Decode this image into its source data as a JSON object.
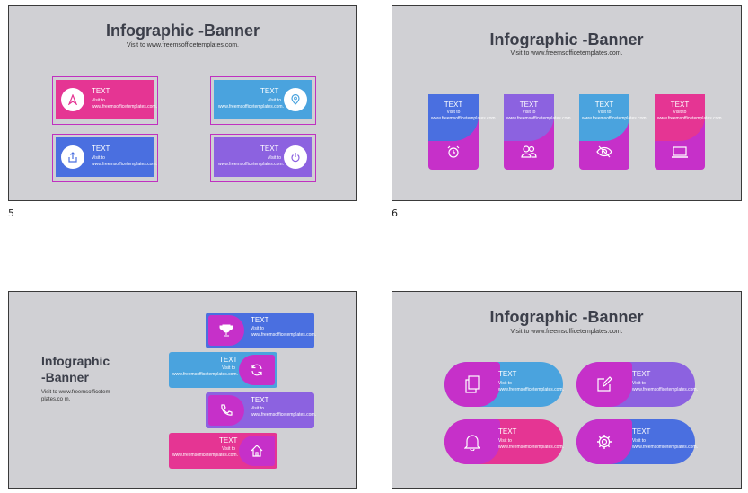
{
  "slides": [
    {
      "number": "5",
      "title": "Infographic -Banner",
      "subtitle": "Visit to www.freemsofficetemplates.com.",
      "cards": [
        {
          "label": "TEXT",
          "body": "Visit to www.freemsofficetemplates.com.",
          "icon": "navigation-arrow-icon",
          "color": "#e53593"
        },
        {
          "label": "TEXT",
          "body": "Visit to www.freemsofficetemplates.com.",
          "icon": "location-pin-icon",
          "color": "#4aa3de"
        },
        {
          "label": "TEXT",
          "body": "Visit to www.freemsofficetemplates.com.",
          "icon": "share-upload-icon",
          "color": "#4a6fe0"
        },
        {
          "label": "TEXT",
          "body": "Visit to www.freemsofficetemplates.com.",
          "icon": "power-icon",
          "color": "#8c62e0"
        }
      ]
    },
    {
      "number": "6",
      "title": "Infographic -Banner",
      "subtitle": "Visit to www.freemsofficetemplates.com.",
      "cards": [
        {
          "label": "TEXT",
          "body": "Visit to www.freemsofficetemplates.com.",
          "icon": "alarm-clock-icon",
          "color": "#4a6fe0"
        },
        {
          "label": "TEXT",
          "body": "Visit to www.freemsofficetemplates.com.",
          "icon": "users-icon",
          "color": "#8c62e0"
        },
        {
          "label": "TEXT",
          "body": "Visit to www.freemsofficetemplates.com.",
          "icon": "eye-off-icon",
          "color": "#4aa3de"
        },
        {
          "label": "TEXT",
          "body": "Visit to www.freemsofficetemplates.com.",
          "icon": "laptop-icon",
          "color": "#e53593"
        }
      ]
    },
    {
      "number": "",
      "title_line1": "Infographic",
      "title_line2": "-Banner",
      "subtitle": "Visit to www.freemsofficetem plates.co m.",
      "cards": [
        {
          "label": "TEXT",
          "body": "Visit to www.freemsofficetemplates.com.",
          "icon": "trophy-icon",
          "color": "#4a6fe0"
        },
        {
          "label": "TEXT",
          "body": "Visit to www.freemsofficetemplates.com.",
          "icon": "refresh-icon",
          "color": "#4aa3de"
        },
        {
          "label": "TEXT",
          "body": "Visit to www.freemsofficetemplates.com.",
          "icon": "phone-icon",
          "color": "#8c62e0"
        },
        {
          "label": "TEXT",
          "body": "Visit to www.freemsofficetemplates.com.",
          "icon": "home-icon",
          "color": "#e53593"
        }
      ]
    },
    {
      "number": "",
      "title": "Infographic -Banner",
      "subtitle": "Visit to www.freemsofficetemplates.com.",
      "cards": [
        {
          "label": "TEXT",
          "body": "Visit to www.freemsofficetemplates.com.",
          "icon": "copy-icon",
          "color": "#4aa3de"
        },
        {
          "label": "TEXT",
          "body": "Visit to www.freemsofficetemplates.com.",
          "icon": "edit-icon",
          "color": "#8c62e0"
        },
        {
          "label": "TEXT",
          "body": "Visit to www.freemsofficetemplates.com.",
          "icon": "bell-icon",
          "color": "#e53593"
        },
        {
          "label": "TEXT",
          "body": "Visit to www.freemsofficetemplates.com.",
          "icon": "settings-gear-icon",
          "color": "#4a6fe0"
        }
      ]
    }
  ],
  "accent_magenta": "#c630c9"
}
